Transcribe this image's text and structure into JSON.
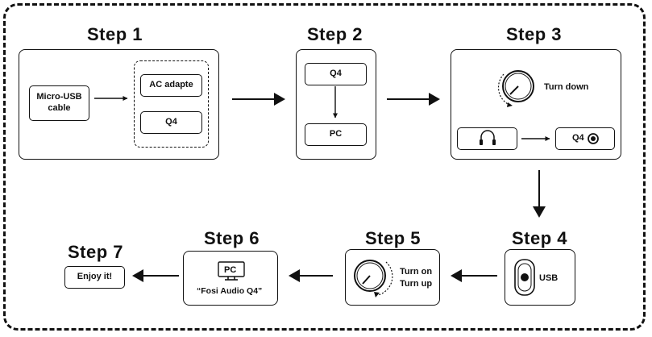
{
  "steps": [
    {
      "title": "Step 1"
    },
    {
      "title": "Step 2"
    },
    {
      "title": "Step 3"
    },
    {
      "title": "Step 4"
    },
    {
      "title": "Step 5"
    },
    {
      "title": "Step 6"
    },
    {
      "title": "Step 7"
    }
  ],
  "step1": {
    "cable": "Micro-USB cable",
    "adapter": "AC adapte",
    "device": "Q4"
  },
  "step2": {
    "device": "Q4",
    "pc": "PC"
  },
  "step3": {
    "knob_label": "Turn down",
    "device": "Q4"
  },
  "step4": {
    "label": "USB"
  },
  "step5": {
    "line1": "Turn on",
    "line2": "Turn up"
  },
  "step6": {
    "pc": "PC",
    "device_name": "“Fosi Audio Q4”"
  },
  "step7": {
    "label": "Enjoy it!"
  },
  "icons": [
    "headphones-icon",
    "audio-jack-icon",
    "volume-knob-icon",
    "usb-switch-icon",
    "monitor-icon",
    "arrow-icon"
  ]
}
